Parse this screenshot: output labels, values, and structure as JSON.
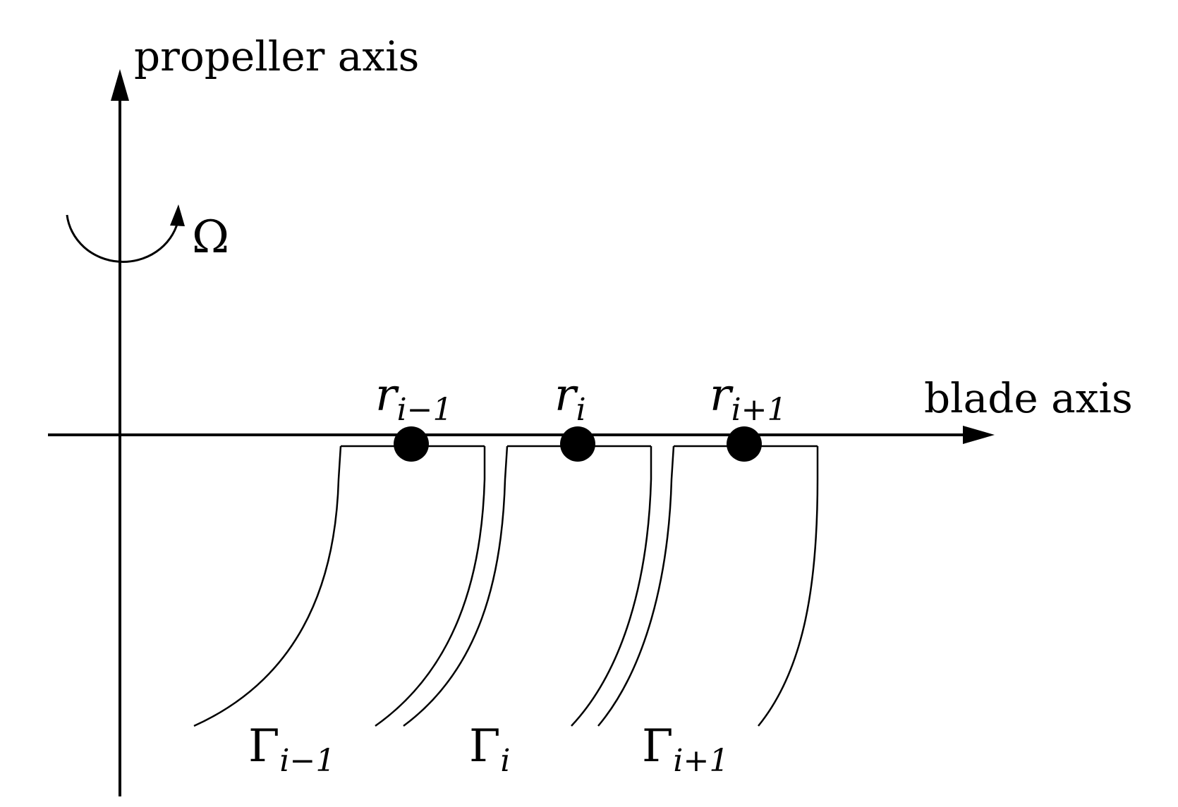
{
  "labels": {
    "propeller_axis": "propeller axis",
    "blade_axis": "blade axis",
    "omega": "Ω"
  },
  "stations": [
    {
      "r_base": "r",
      "r_sub": "i−1",
      "gamma_base": "Γ",
      "gamma_sub": "i−1"
    },
    {
      "r_base": "r",
      "r_sub": "i",
      "gamma_base": "Γ",
      "gamma_sub": "i"
    },
    {
      "r_base": "r",
      "r_sub": "i+1",
      "gamma_base": "Γ",
      "gamma_sub": "i+1"
    }
  ],
  "colors": {
    "ink": "#000000",
    "background": "#ffffff"
  }
}
